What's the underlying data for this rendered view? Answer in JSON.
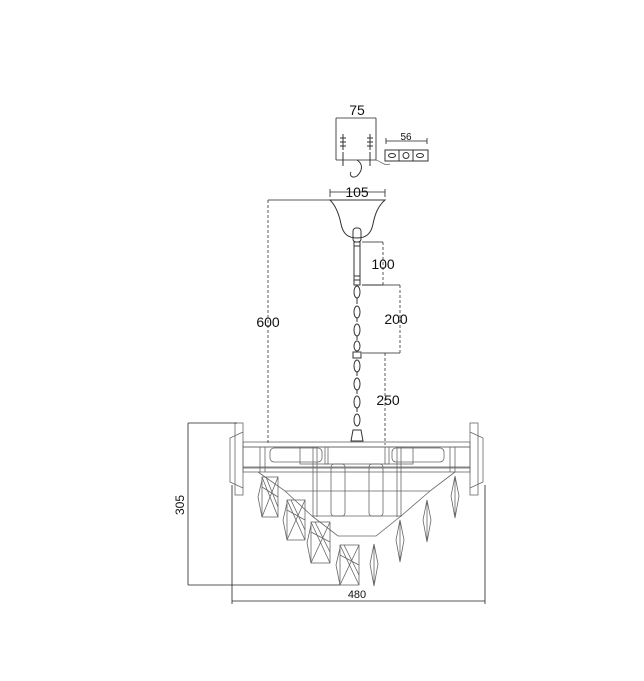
{
  "title": "Chandelier dimension drawing",
  "dimensions": {
    "bracket_width": "75",
    "plate_width": "56",
    "canopy_diameter": "105",
    "max_drop": "600",
    "rod_length": "100",
    "chain_segment": "200",
    "chain_to_body": "250",
    "body_height": "305",
    "body_diameter": "480"
  }
}
